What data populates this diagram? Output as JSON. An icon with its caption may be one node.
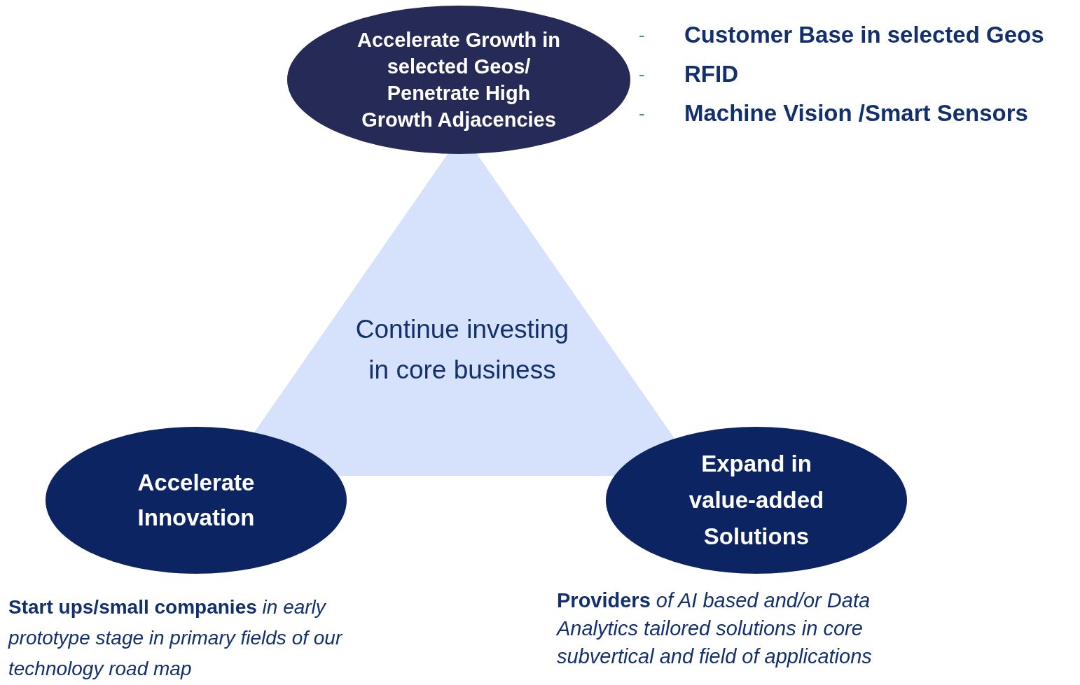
{
  "diagram": {
    "nodes": [
      {
        "text": [
          "Accelerate Growth in selected Geos/ Penetrate High Growth Adjacencies"
        ]
      },
      {
        "text": [
          "Continue investing in core business"
        ]
      },
      {
        "text": [
          "Accelerate Innovation"
        ],
        "beside": [
          "**Start ups/small companies** *in early prototype stage in primary fields of our technology road map*"
        ]
      },
      {
        "text": [
          "Expand in value-added Solutions"
        ],
        "beside": [
          "**Providers** *of AI based and/or Data Analytics tailored solutions in core subvertical and field of applications*"
        ]
      }
    ],
    "edges": [],
    "labels": [
      "-",
      "Customer Base in selected Geos",
      "-",
      "RFID",
      "-",
      "Machine Vision /Smart Sensors"
    ]
  }
}
